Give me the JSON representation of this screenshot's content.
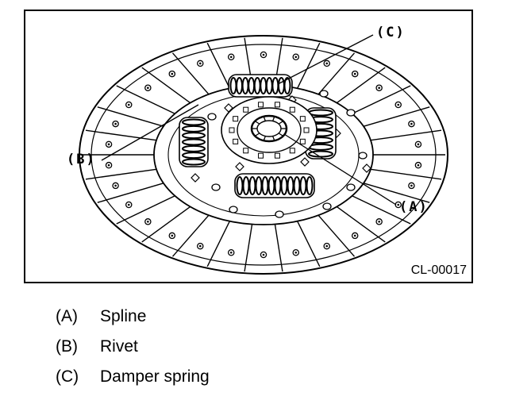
{
  "figure": {
    "code": "CL-00017",
    "callouts": {
      "a": "(A)",
      "b": "(B)",
      "c": "(C)"
    }
  },
  "legend": [
    {
      "key": "(A)",
      "text": "Spline"
    },
    {
      "key": "(B)",
      "text": "Rivet"
    },
    {
      "key": "(C)",
      "text": "Damper spring"
    }
  ]
}
